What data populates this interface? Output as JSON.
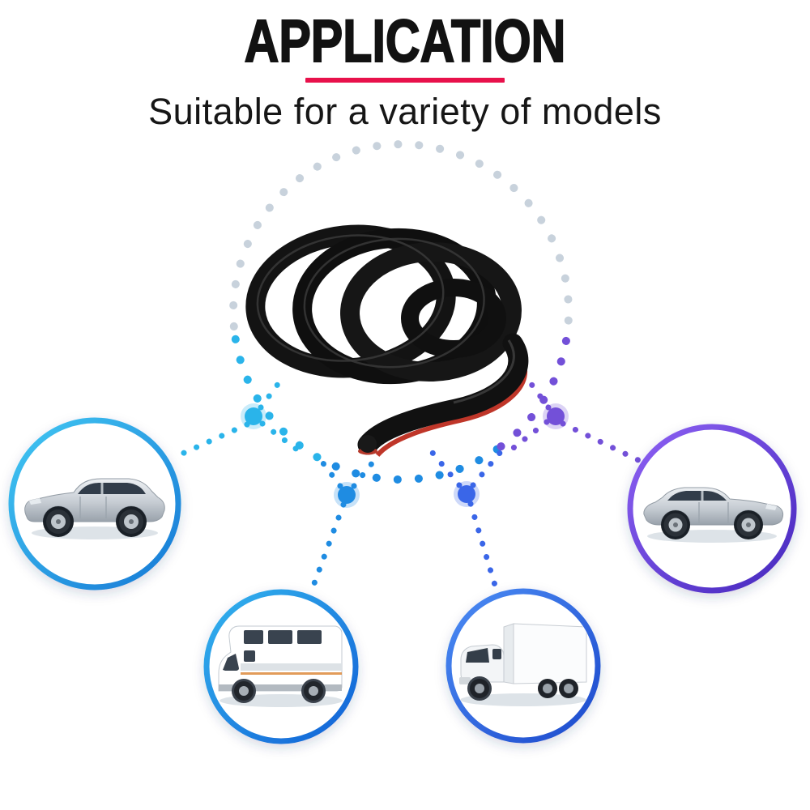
{
  "header": {
    "title": "APPLICATION",
    "subtitle": "Suitable for a variety of models",
    "underline_color": "#e8114b"
  },
  "product": {
    "icon": "rubber-seal-strip-coil",
    "strip_color": "#121212",
    "adhesive_stripe_color": "#bf3629"
  },
  "ring": {
    "dot_color": "#c8d2dc"
  },
  "colors": {
    "accent_cyan": "#2ab4ea",
    "accent_blue": "#1f8ce2",
    "accent_royal": "#3a66e8",
    "accent_purple": "#7350d8"
  },
  "vehicles": [
    {
      "icon": "suv-car-icon",
      "ring_gradient": [
        "#41c7f2",
        "#1879d6"
      ]
    },
    {
      "icon": "rv-motorhome-icon",
      "ring_gradient": [
        "#33b4ee",
        "#1260d6"
      ]
    },
    {
      "icon": "box-truck-icon",
      "ring_gradient": [
        "#4b8cf4",
        "#1d49cc"
      ]
    },
    {
      "icon": "sedan-car-icon",
      "ring_gradient": [
        "#8e62f4",
        "#4527bd"
      ]
    }
  ]
}
